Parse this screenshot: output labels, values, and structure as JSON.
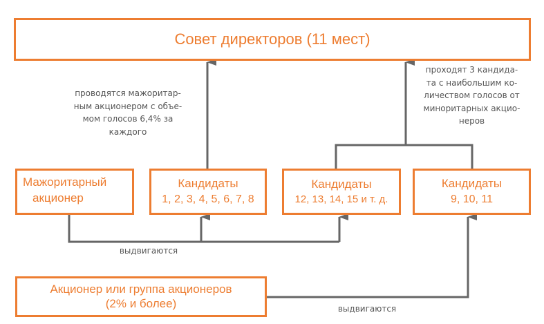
{
  "board": {
    "title": "Совет директоров (11 мест)"
  },
  "boxes": {
    "majority": {
      "line1": "Мажоритарный",
      "line2": "акционер"
    },
    "cand1": {
      "line1": "Кандидаты",
      "line2": "1, 2, 3, 4, 5, 6, 7, 8"
    },
    "cand2": {
      "line1": "Кандидаты",
      "line2": "12, 13, 14, 15 и т. д."
    },
    "cand3": {
      "line1": "Кандидаты",
      "line2": "9, 10, 11"
    },
    "minority": {
      "line1": "Акционер или группа акционеров",
      "line2": "(2% и более)"
    }
  },
  "notes": {
    "left": [
      "проводятся мажоритар-",
      "ным акционером с объе-",
      "мом голосов 6,4% за",
      "каждого"
    ],
    "right": [
      "проходят 3 кандида-",
      "та с наибольшим ко-",
      "личеством голосов от",
      "миноритарных акцио-",
      "неров"
    ],
    "nominate1": "выдвигаются",
    "nominate2": "выдвигаются"
  },
  "colors": {
    "accent": "#ED7D31",
    "line": "#666666"
  }
}
